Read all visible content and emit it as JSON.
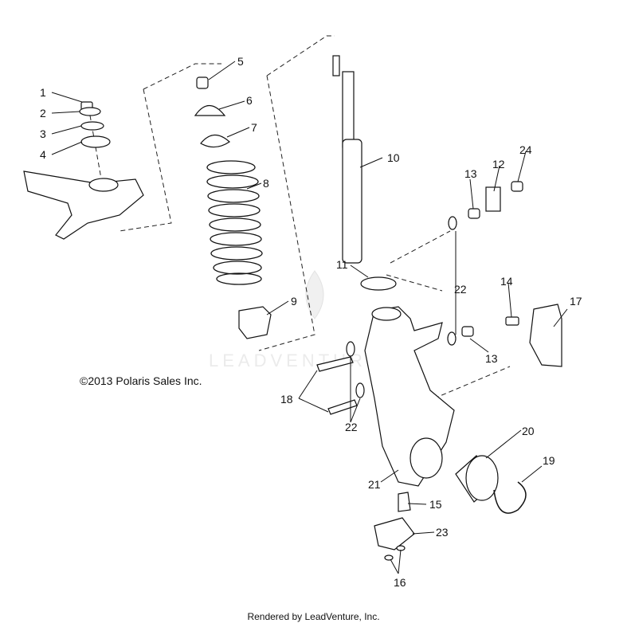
{
  "diagram": {
    "callouts": [
      "1",
      "2",
      "3",
      "4",
      "5",
      "6",
      "7",
      "8",
      "9",
      "10",
      "11",
      "12",
      "13",
      "13",
      "14",
      "15",
      "16",
      "17",
      "18",
      "19",
      "20",
      "21",
      "22",
      "22",
      "23",
      "24"
    ],
    "copyright": "©2013 Polaris Sales Inc.",
    "watermark": "LEADVENTURE",
    "footer": "Rendered by LeadVenture, Inc."
  }
}
